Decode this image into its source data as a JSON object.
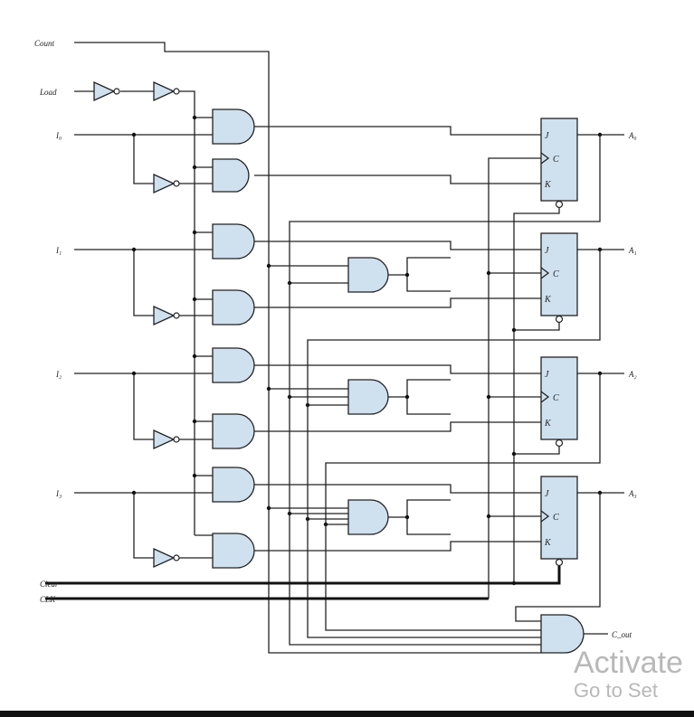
{
  "inputs": {
    "count": "Count",
    "load": "Load",
    "i0": "I₀",
    "i1": "I₁",
    "i2": "I₂",
    "i3": "I₃",
    "clear": "Clear",
    "clk": "CLK"
  },
  "outputs": {
    "a0": "A₀",
    "a1": "A₁",
    "a2": "A₂",
    "a3": "A₃",
    "c_out": "C_out"
  },
  "flipflop": {
    "j": "J",
    "c": "C",
    "k": "K"
  },
  "watermark": {
    "line1": "Activate",
    "line2": "Go to Set"
  },
  "colors": {
    "gate_fill": "#cfe0ef",
    "wire": "#222222",
    "watermark": "#b8b8b8"
  }
}
